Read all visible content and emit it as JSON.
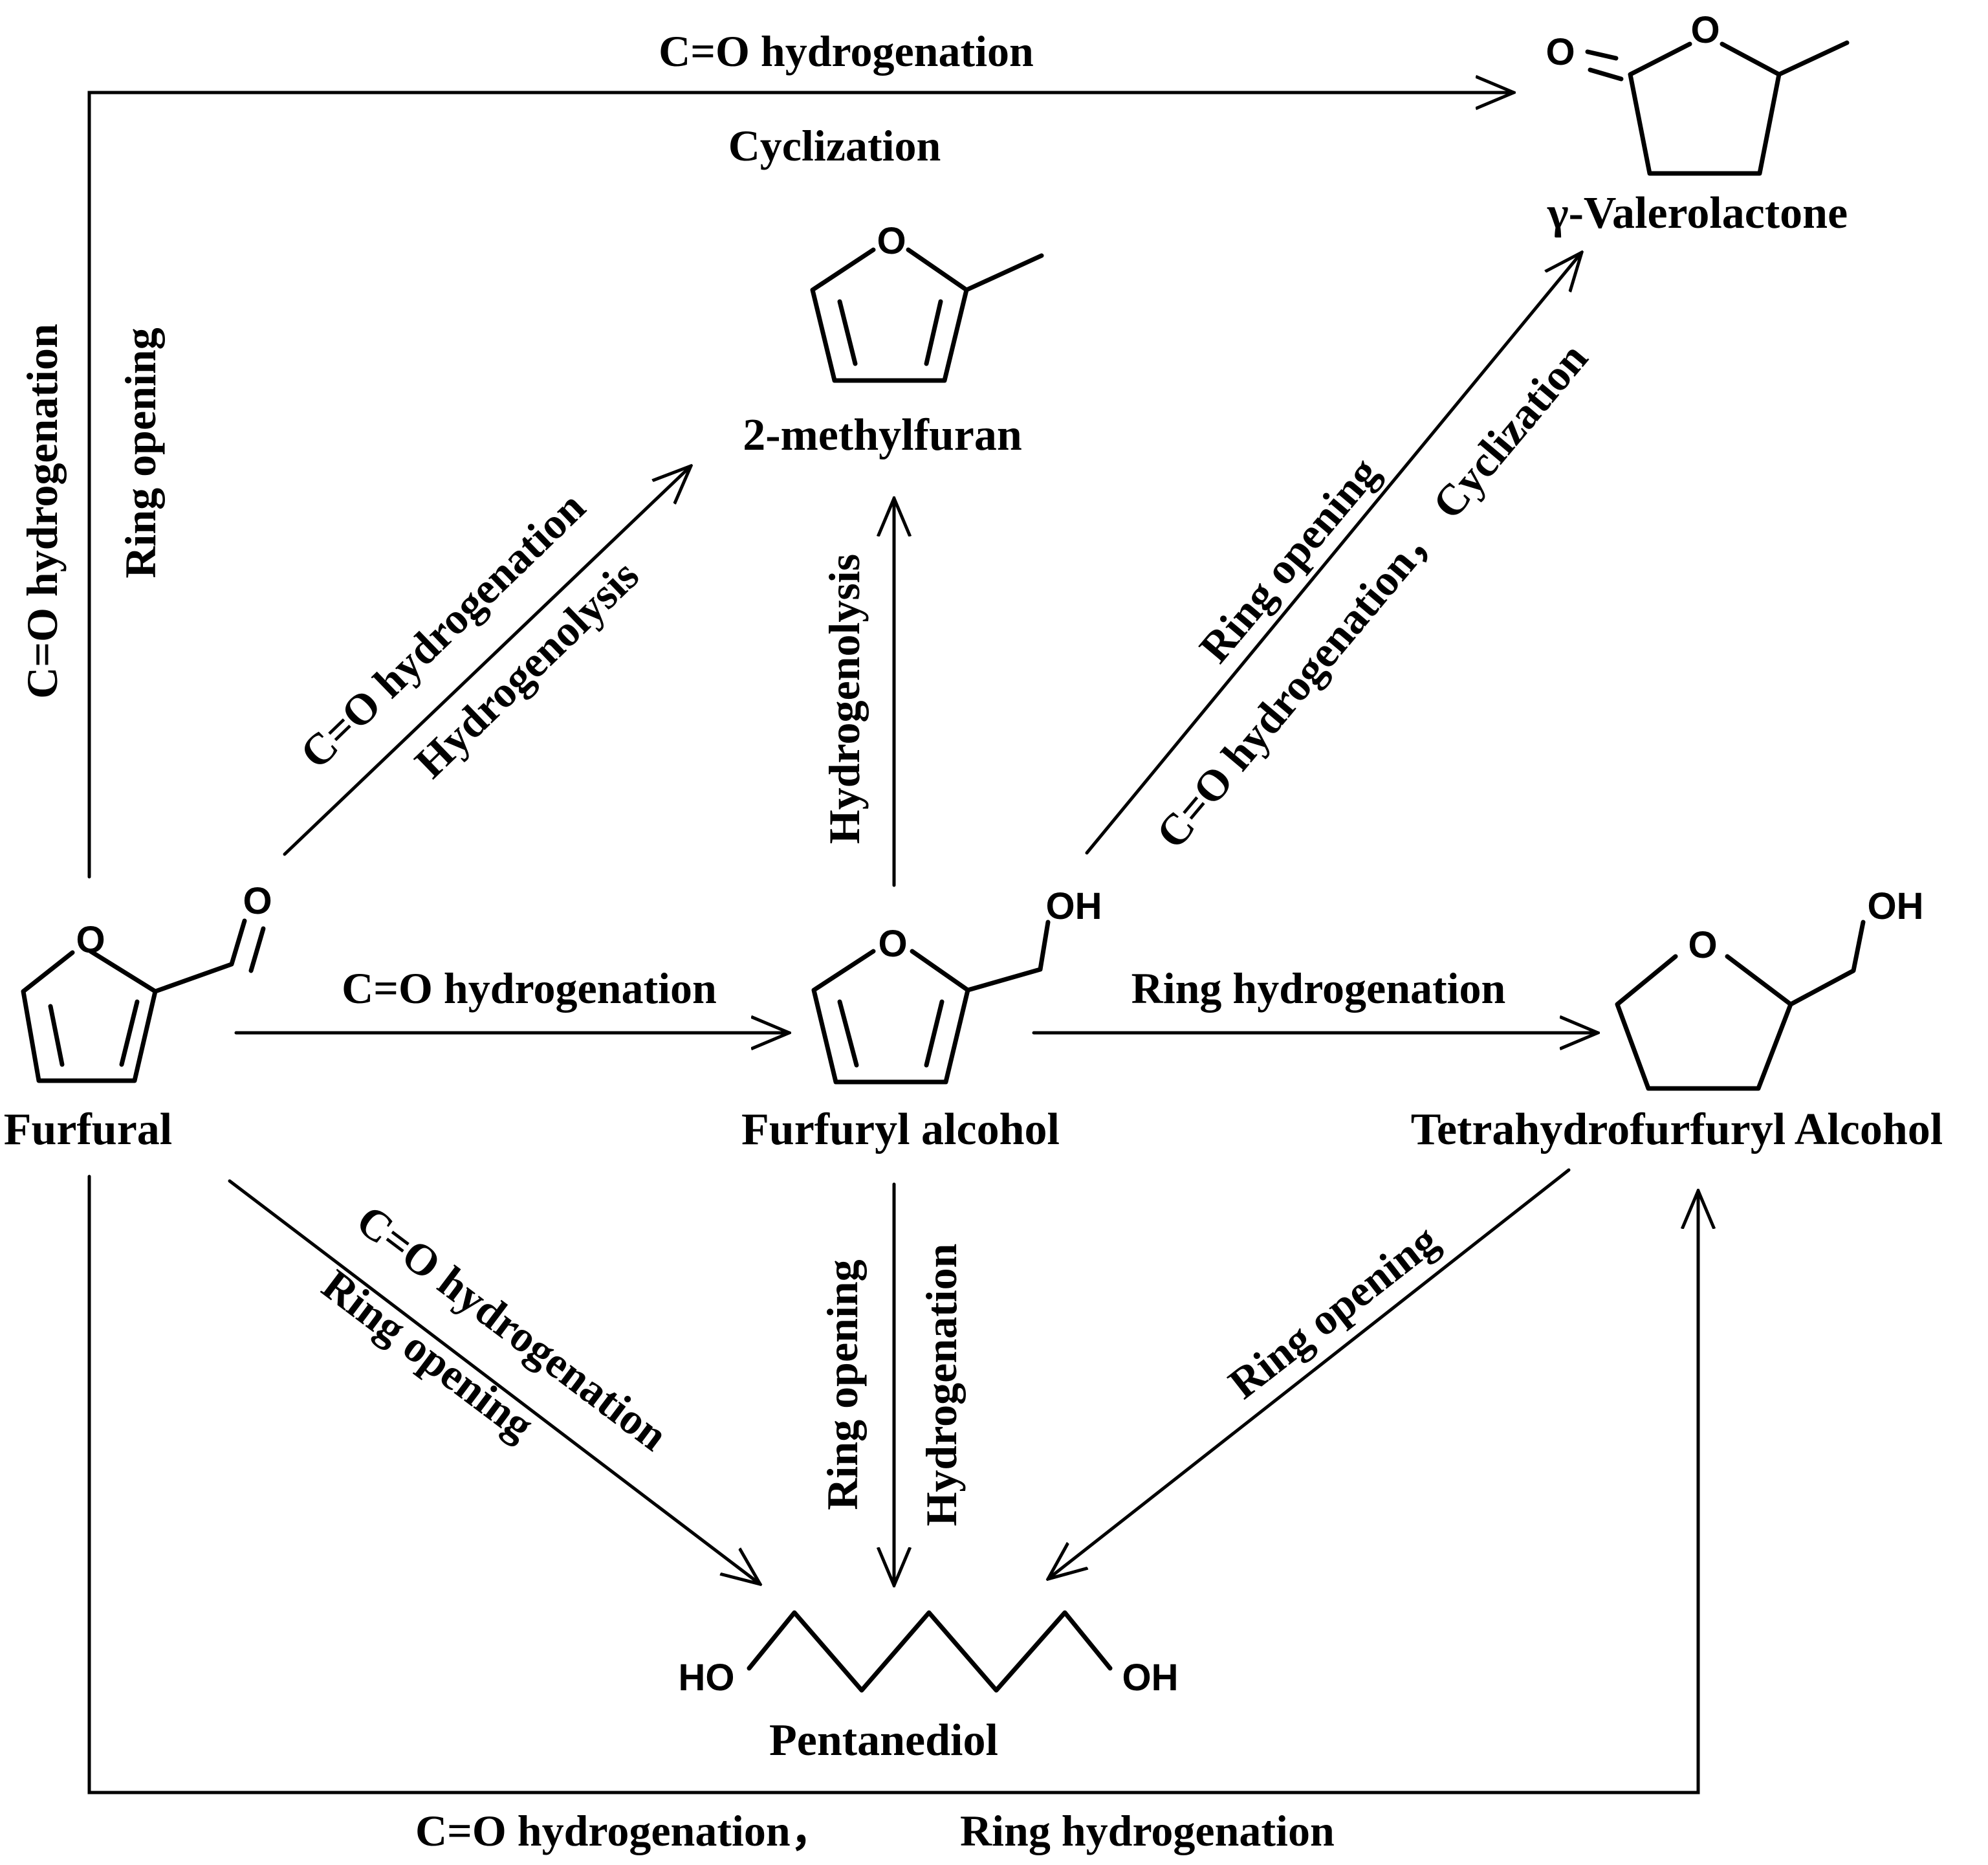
{
  "compounds": {
    "furfural": "Furfural",
    "furfuryl_alcohol": "Furfuryl alcohol",
    "thfa": "Tetrahydrofurfuryl Alcohol",
    "methylfuran": "2-methylfuran",
    "gvl": "γ-Valerolactone",
    "pentanediol": "Pentanediol"
  },
  "atoms": {
    "o": "O",
    "oh": "OH",
    "ho": "HO"
  },
  "labels": {
    "top_1": "C=O hydrogenation",
    "top_2": "Cyclization",
    "left_1": "C=O hydrogenation",
    "left_2": "Ring opening",
    "to_mf_1": "C=O hydrogenation",
    "to_mf_2": "Hydrogenolysis",
    "fa_to_mf": "Hydrogenolysis",
    "fa_to_gvl_1": "Ring opening",
    "fa_to_gvl_2": "C=O hydrogenation， Cyclization",
    "fur_to_fa": "C=O hydrogenation",
    "fa_to_thfa": "Ring hydrogenation",
    "fur_to_pd_1": "C=O hydrogenation",
    "fur_to_pd_2": "Ring opening",
    "fa_to_pd_1": "Ring opening",
    "fa_to_pd_2": "Hydrogenation",
    "thfa_to_pd": "Ring opening",
    "bottom_1": "C=O hydrogenation，",
    "bottom_2": "Ring hydrogenation"
  }
}
